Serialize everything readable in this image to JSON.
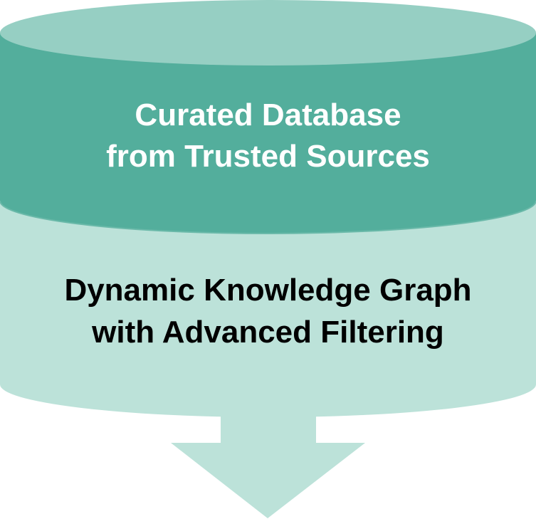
{
  "diagram": {
    "top_layer": {
      "line1": "Curated Database",
      "line2": "from Trusted Sources"
    },
    "bottom_layer": {
      "line1": "Dynamic Knowledge Graph",
      "line2": "with Advanced Filtering"
    },
    "colors": {
      "top_cap": "#96cfc3",
      "top_band": "#53ae9c",
      "band_separator": "#6ab9a9",
      "bottom_body": "#bce2d9",
      "arrow": "#bce2d9",
      "top_text": "#ffffff",
      "bottom_text": "#000000"
    }
  }
}
